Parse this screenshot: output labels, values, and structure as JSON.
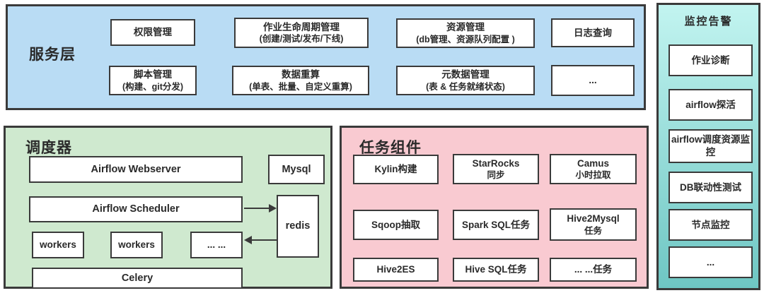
{
  "colors": {
    "service_bg": "#b9dcf4",
    "scheduler_bg": "#cfe9cf",
    "tasks_bg": "#f9cad1",
    "monitor_top": "#c2f4f0",
    "monitor_bottom": "#6ec6c3",
    "border": "#3a3a3a",
    "text": "#2a2a2a",
    "box_bg": "#ffffff"
  },
  "service_layer": {
    "title": "服务层",
    "row1": [
      {
        "label": "权限管理",
        "sub": ""
      },
      {
        "label": "作业生命周期管理",
        "sub": "(创建/测试/发布/下线)"
      },
      {
        "label": "资源管理",
        "sub": "(db管理、资源队列配置 )"
      },
      {
        "label": "日志查询",
        "sub": ""
      }
    ],
    "row2": [
      {
        "label": "脚本管理",
        "sub": "(构建、git分发)"
      },
      {
        "label": "数据重算",
        "sub": "(单表、批量、自定义重算)"
      },
      {
        "label": "元数据管理",
        "sub": "(表 & 任务就绪状态)"
      },
      {
        "label": "...",
        "sub": ""
      }
    ]
  },
  "scheduler": {
    "title": "调度器",
    "webserver": "Airflow Webserver",
    "mysql": "Mysql",
    "scheduler_box": "Airflow Scheduler",
    "redis": "redis",
    "workers1": "workers",
    "workers2": "workers",
    "workers_more": "... ...",
    "celery": "Celery"
  },
  "task_components": {
    "title": "任务组件",
    "row1": [
      {
        "label": "Kylin构建",
        "sub": ""
      },
      {
        "label": "StarRocks",
        "sub": "同步"
      },
      {
        "label": "Camus",
        "sub": "小时拉取"
      }
    ],
    "row2": [
      {
        "label": "Sqoop抽取",
        "sub": ""
      },
      {
        "label": "Spark SQL任务",
        "sub": ""
      },
      {
        "label": "Hive2Mysql",
        "sub": "任务"
      }
    ],
    "row3": [
      {
        "label": "Hive2ES",
        "sub": ""
      },
      {
        "label": "Hive SQL任务",
        "sub": ""
      },
      {
        "label": "... ...任务",
        "sub": ""
      }
    ]
  },
  "monitoring": {
    "title": "监控告警",
    "items": [
      "作业诊断",
      "airflow探活",
      "airflow调度资源监控",
      "DB联动性测试",
      "节点监控",
      "..."
    ]
  }
}
